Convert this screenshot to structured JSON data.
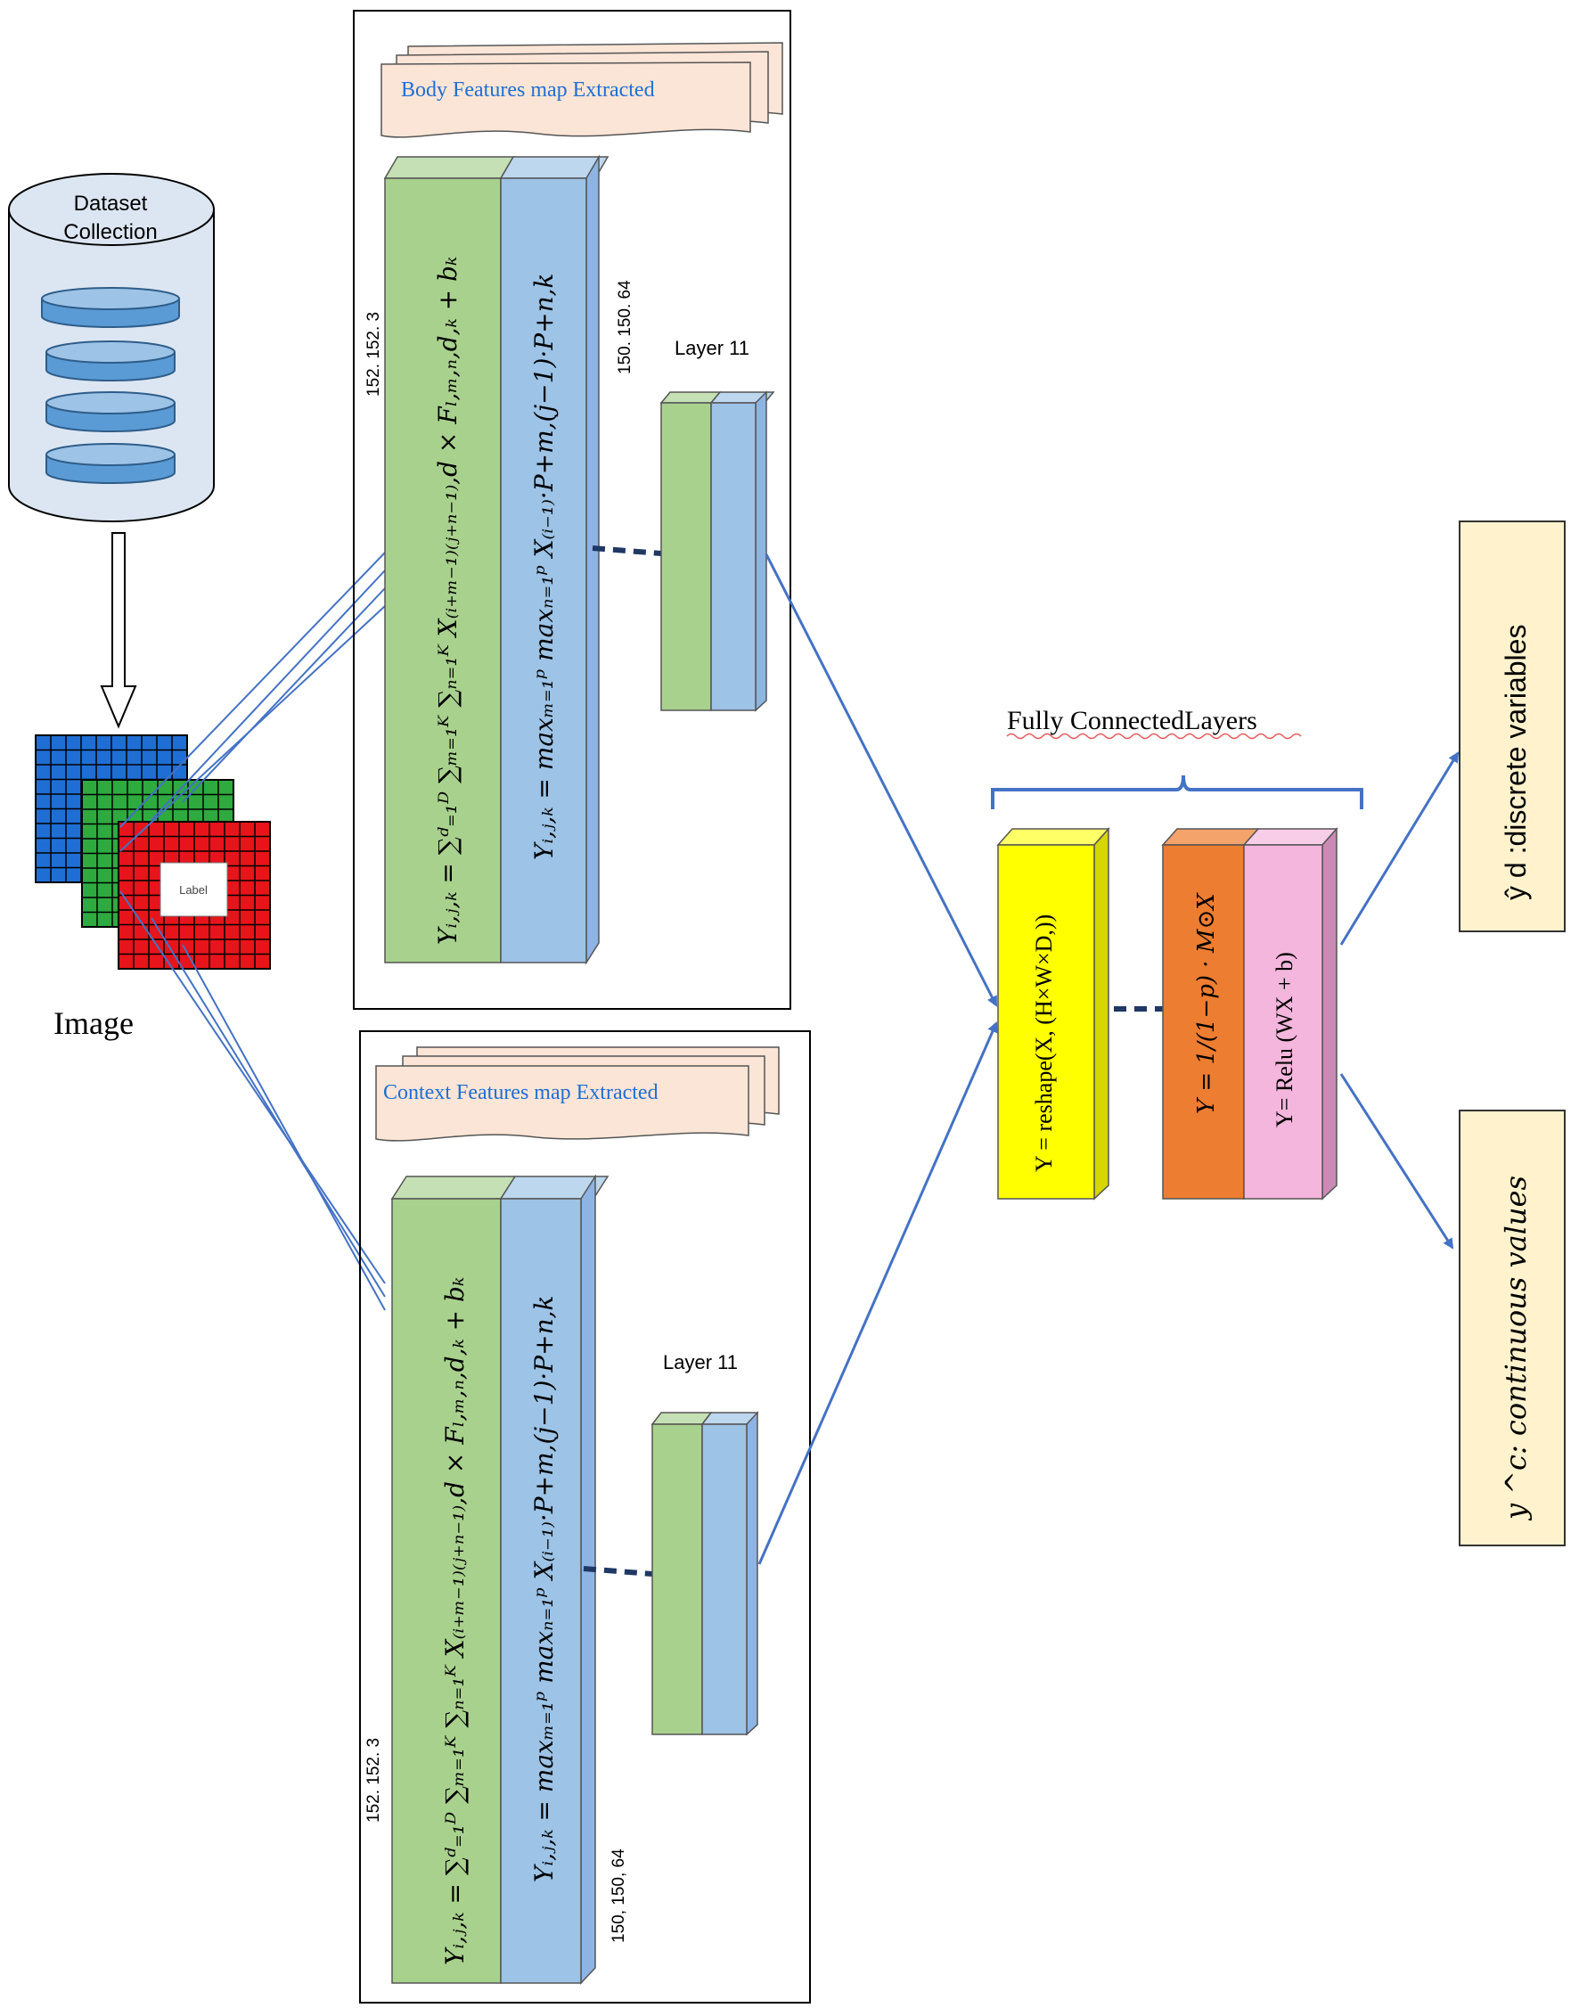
{
  "dataset": {
    "line1": "Dataset",
    "line2": "Collection"
  },
  "image": {
    "label": "Image",
    "inner_label": "Label"
  },
  "body_branch": {
    "title": "Body Features  map Extracted",
    "input_dims": "152. 152. 3",
    "output_dims": "150. 150. 64",
    "layer_label": "Layer 11",
    "conv_formula": "Yᵢ,ⱼ,ₖ = ∑ᵈ₌₁ᴰ ∑ₘ₌₁ᴷ ∑ₙ₌₁ᴷ X₍ᵢ₊ₘ₋₁₎₍ⱼ₊ₙ₋₁₎,d × Fₗ,ₘ,ₙ,d,ₖ + bₖ",
    "pool_formula": "Yᵢ,ⱼ,ₖ = maxₘ₌₁ᵖ maxₙ₌₁ᵖ X₍ᵢ₋₁₎·P+m,(j−1)·P+n,k"
  },
  "context_branch": {
    "title": "Context Features  map Extracted",
    "input_dims": "152. 152. 3",
    "output_dims": "150, 150, 64",
    "layer_label": "Layer 11",
    "conv_formula": "Yᵢ,ⱼ,ₖ = ∑ᵈ₌₁ᴰ ∑ₘ₌₁ᴷ ∑ₙ₌₁ᴷ X₍ᵢ₊ₘ₋₁₎₍ⱼ₊ₙ₋₁₎,d × Fₗ,ₘ,ₙ,d,ₖ + bₖ",
    "pool_formula": "Yᵢ,ⱼ,ₖ = maxₘ₌₁ᵖ maxₙ₌₁ᵖ X₍ᵢ₋₁₎·P+m,(j−1)·P+n,k"
  },
  "fully_connected": {
    "title": "Fully ConnectedLayers",
    "reshape": "Y = reshape(X, (H×W×D,))",
    "dropout": "Y = 1/(1−p) · M⊙X",
    "relu": "Y= Relu (WX + b)"
  },
  "outputs": {
    "discrete": "ŷ d :discrete variables",
    "continuous": "y ^c: continuous values"
  },
  "colors": {
    "green": "#a9d18e",
    "blue": "#9dc3e6",
    "yellow": "#ffff00",
    "orange": "#ed7d31",
    "pink": "#f4b6dc",
    "peach": "#fbe5d6",
    "cream": "#fff2cc",
    "connector": "#4472c4",
    "dashed": "#1f3864"
  }
}
